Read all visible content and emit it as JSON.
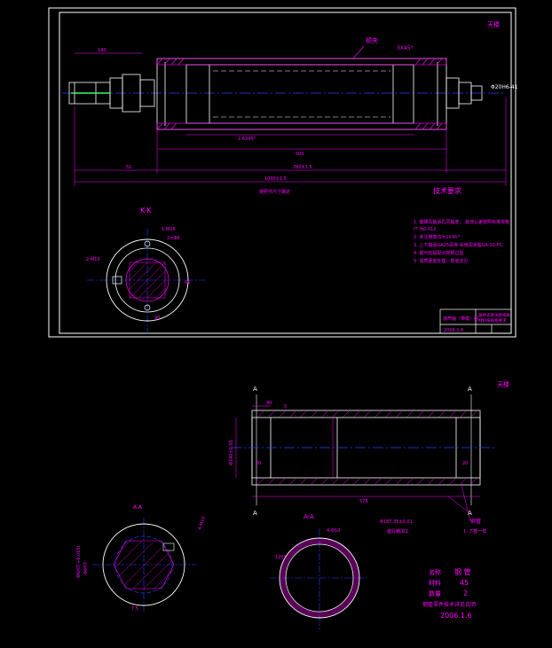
{
  "colors": {
    "background": "#000000",
    "border": "#ffffff",
    "outline": "#ffffff",
    "dimension": "#ff00ff",
    "centerline": "#2244ff",
    "hatch": "#ff00ff",
    "accent": "#33ff66"
  },
  "sheet1": {
    "corner_mark": "天楼",
    "leader_label": "顿夹",
    "chamfer_note": "3X45°",
    "right_dim_code": "Φ20H6-41",
    "left_dim_top": "140",
    "dims": [
      "1.6X45°",
      "51",
      "500",
      "780±1.5",
      "1000±1.5"
    ],
    "footnote": "按照件尺寸确定",
    "tech_title": "技术要求",
    "tech_notes": [
      "1. 键槽及轴承孔同轴度，  其他公差按照标准规格",
      "   IT  为0.012",
      "2. 未注倒角均为1X45°",
      "3. 上下轴承GA25润滑  采用润滑脂GA-20-FC.",
      "4. 键与轮毂配合按照过盈",
      "5. 调质硬度处理，数值详见"
    ],
    "section_title": "K-K",
    "section_dims": [
      "1-M16",
      "2-M10",
      "2×Φ8",
      "66",
      "90"
    ],
    "title_block": {
      "left": "滚筒轴（带键）图",
      "right_top": "轴承支座详图规格",
      "right_bottom": "材料按规格要求",
      "date": "2006.1.6"
    }
  },
  "sheet2": {
    "corner_mark": "天楼",
    "section_marks": [
      "A",
      "A",
      "A",
      "A"
    ],
    "dims": [
      "40",
      "5",
      "Φ140±0.05",
      "20",
      "578",
      "Φ187.35±0.01",
      "20"
    ],
    "bore_note": "镗孔精加工",
    "callouts": [
      "钢管",
      "1. 下部一样"
    ],
    "aa_left_label": "A-A",
    "aa_right_label": "A-A",
    "aa_dims": [
      "4-Φ10",
      "Φ6H7(+0.015)",
      "Φ6H7",
      "4-M10",
      "7.5",
      "120°"
    ],
    "info": {
      "name_label": "名称",
      "name_value": "钢 管",
      "material_label": "材料",
      "material_value": "45",
      "quantity_label": "数量",
      "quantity_value": "2",
      "note": "钢管零件技术详见说明",
      "date": "2006.1.6"
    }
  }
}
